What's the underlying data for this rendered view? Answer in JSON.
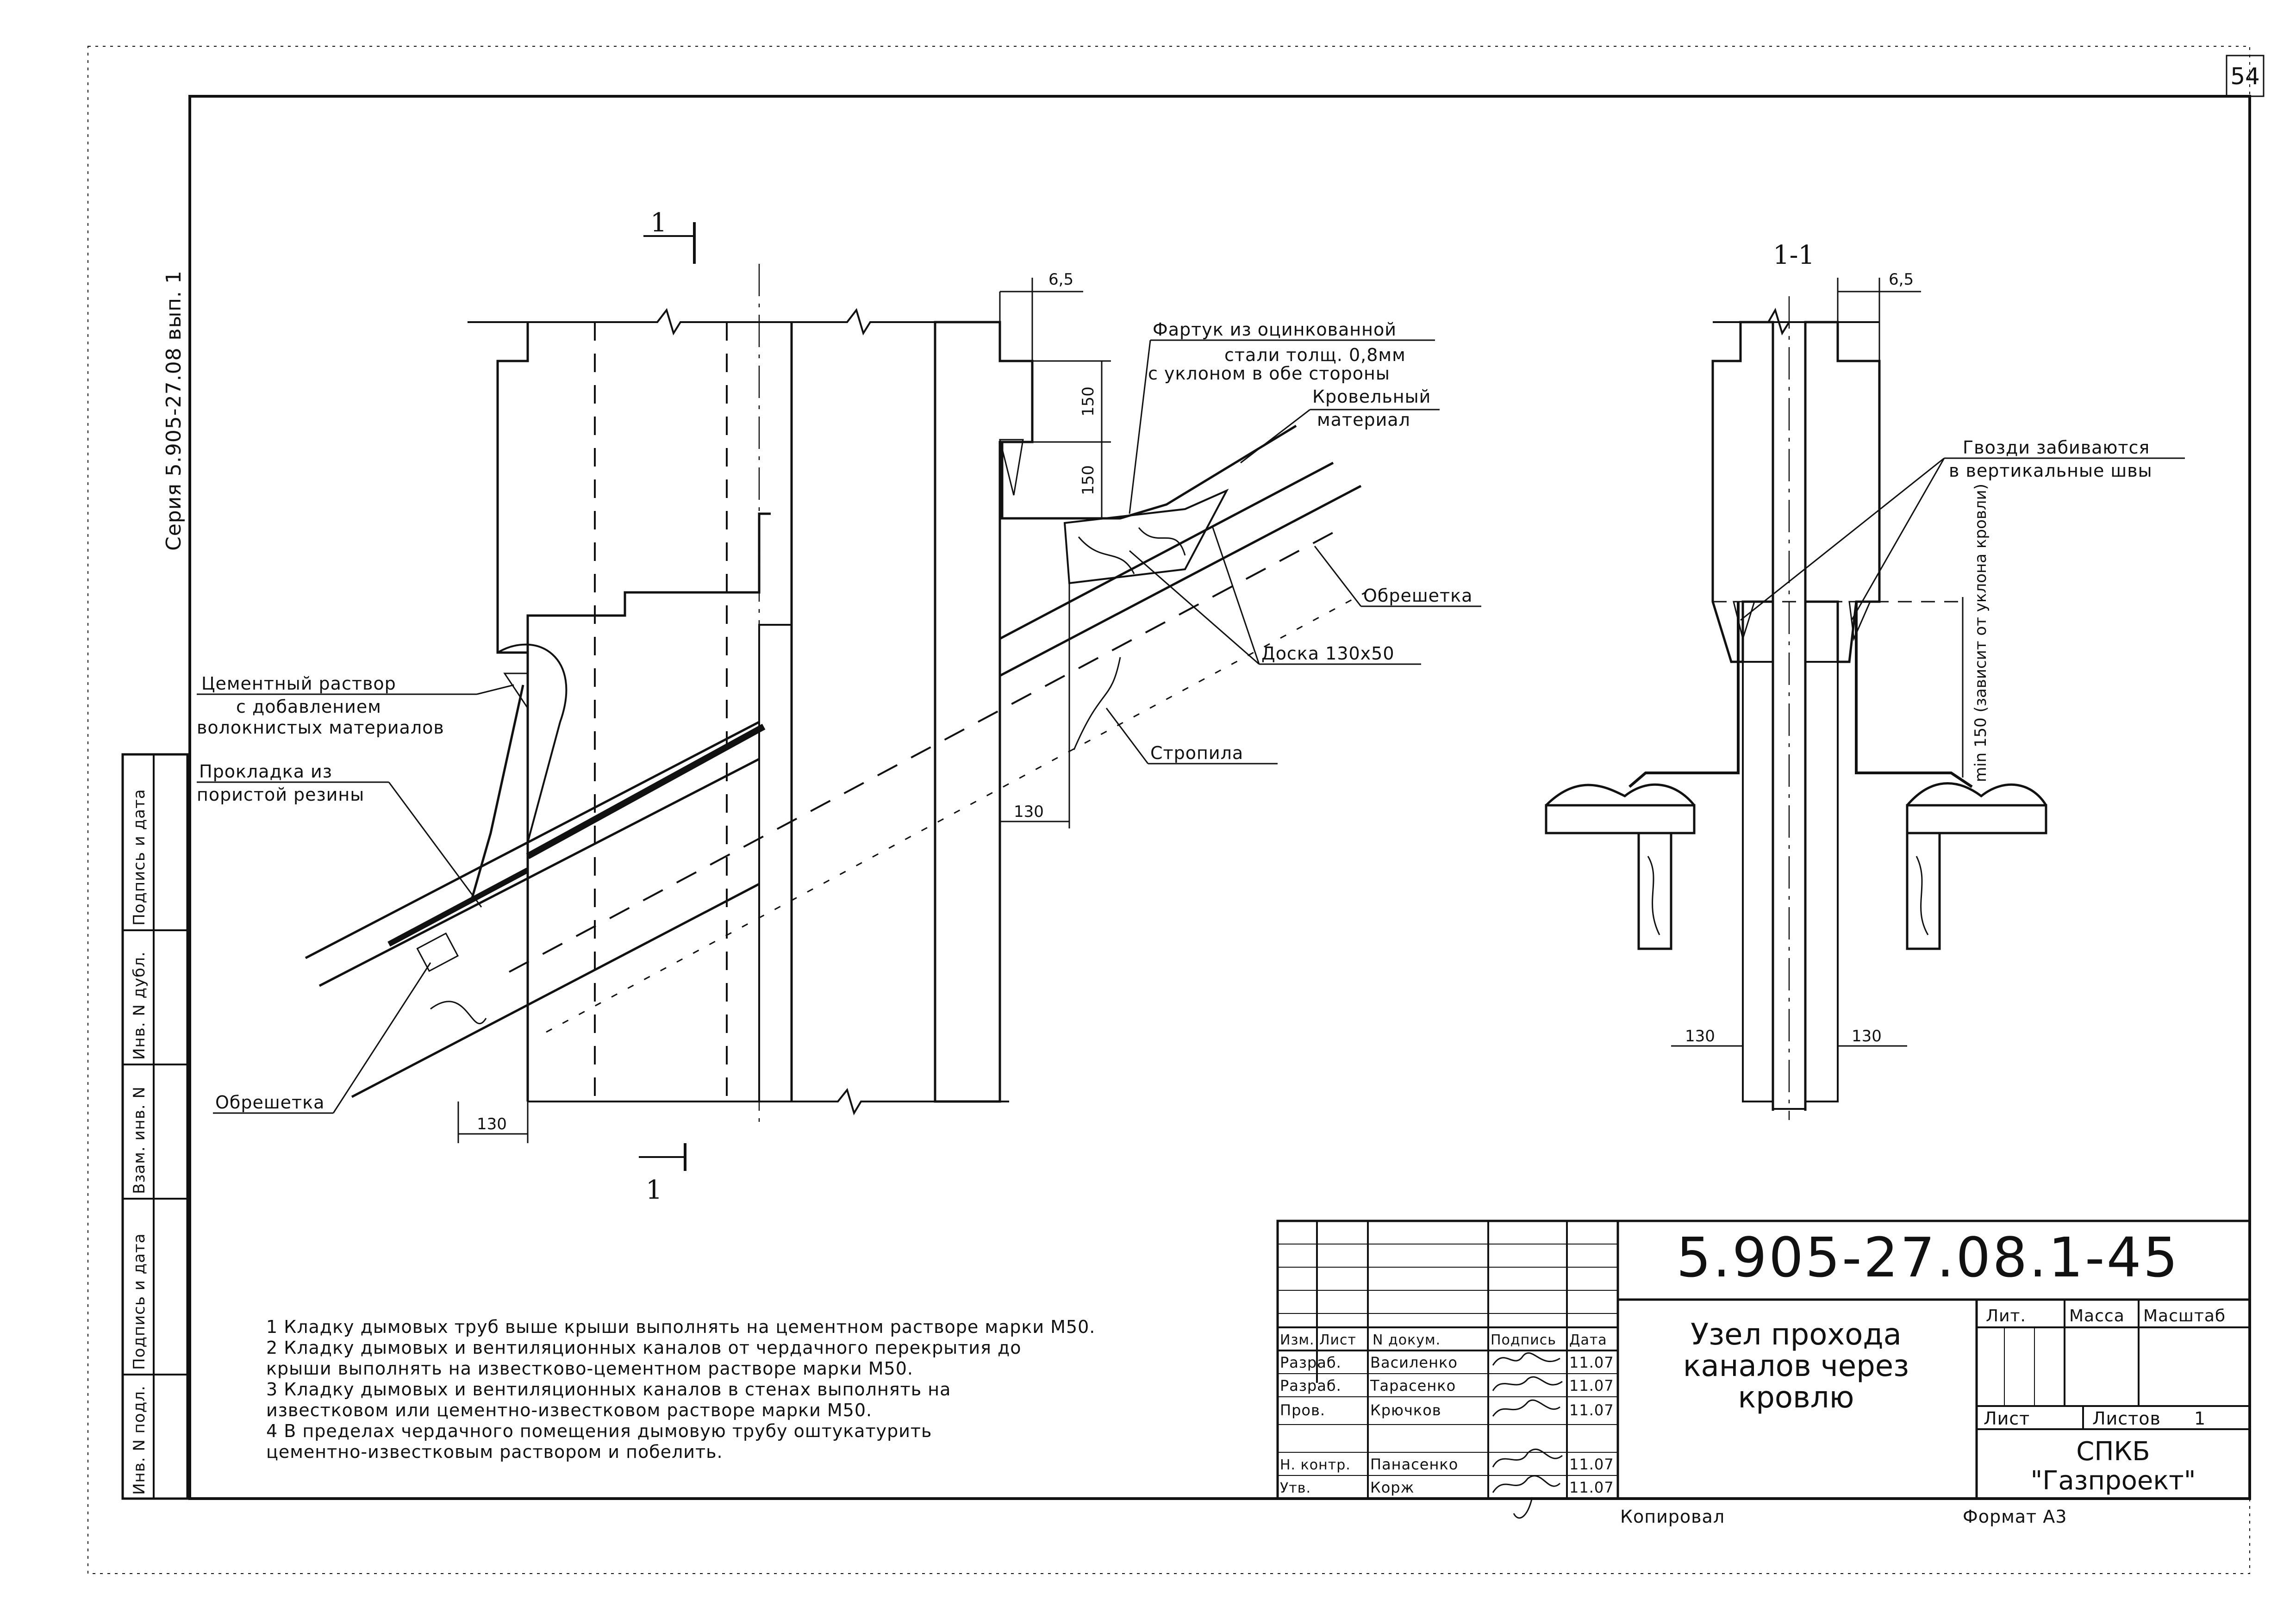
{
  "page_number": "54",
  "series_label": "Серия 5.905-27.08 вып. 1",
  "side_stamp": [
    "Подпись и дата",
    "Инв. N дубл.",
    "Взам. инв. N",
    "Подпись и дата",
    "Инв. N подл."
  ],
  "section_marker": {
    "number": "1",
    "view_title": "1-1"
  },
  "dimensions": {
    "gap": "6,5",
    "upper": "150",
    "lower": "150",
    "offset": "130",
    "min_height": "min 150 (зависит от уклона кровли)"
  },
  "callouts": {
    "apron_1": "Фартук из оцинкованной",
    "apron_2": "стали толщ. 0,8мм",
    "apron_3": "с уклоном в обе стороны",
    "roofing_1": "Кровельный",
    "roofing_2": "материал",
    "battens": "Обрешетка",
    "board": "Доска 130х50",
    "rafters": "Стропила",
    "mortar_1": "Цементный раствор",
    "mortar_2": "с добавлением",
    "mortar_3": "волокнистых материалов",
    "gasket_1": "Прокладка из",
    "gasket_2": "пористой резины",
    "battens_left": "Обрешетка",
    "nails_1": "Гвозди забиваются",
    "nails_2": "в вертикальные швы"
  },
  "notes": [
    "1 Кладку дымовых труб выше крыши выполнять на цементном растворе марки М50.",
    "2 Кладку дымовых и вентиляционных каналов от чердачного перекрытия до",
    "крыши выполнять на известково-цементном растворе марки М50.",
    "3 Кладку дымовых и вентиляционных каналов в стенах выполнять на",
    "известковом или цементно-известковом растворе марки М50.",
    "4 В пределах чердачного помещения дымовую трубу оштукатурить",
    "цементно-известковым раствором и побелить."
  ],
  "title_block": {
    "document_code": "5.905-27.08.1-45",
    "headers": [
      "Изм.",
      "Лист",
      "N докум.",
      "Подпись",
      "Дата"
    ],
    "rows": [
      {
        "role": "Разраб.",
        "name": "Василенко",
        "date": "11.07"
      },
      {
        "role": "Разраб.",
        "name": "Тарасенко",
        "date": "11.07"
      },
      {
        "role": "Пров.",
        "name": "Крючков",
        "date": "11.07"
      },
      {
        "role": "Н. контр.",
        "name": "Панасенко",
        "date": "11.07"
      },
      {
        "role": "Утв.",
        "name": "Корж",
        "date": "11.07"
      }
    ],
    "title_lines": [
      "Узел прохода",
      "каналов через",
      "кровлю"
    ],
    "lit_label": "Лит.",
    "mass_label": "Масса",
    "scale_label": "Масштаб",
    "sheet_label": "Лист",
    "sheets_label": "Листов",
    "sheets_count": "1",
    "org_line1": "СПКБ",
    "org_line2": "\"Газпроект\"",
    "copied_label": "Копировал",
    "format_label": "Формат А3"
  }
}
